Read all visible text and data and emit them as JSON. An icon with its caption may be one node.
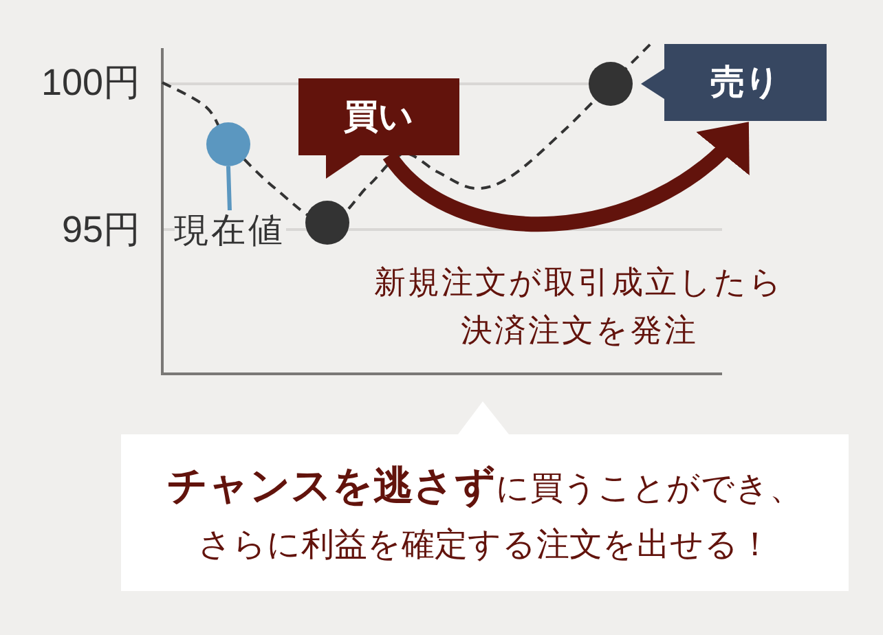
{
  "diagram": {
    "nodes": [
      {
        "text": [
          "買い"
        ]
      },
      {
        "text": [
          "売り"
        ]
      },
      {
        "text": [],
        "shape": "circle"
      },
      {
        "text": [],
        "shape": "circle"
      },
      {
        "text": [],
        "shape": "circle"
      },
      {
        "text": [
          "現在値"
        ]
      },
      {
        "text": [
          "**チャンスを逃さず**に買うことができ、さらに利益を確定する注文を出せる！"
        ]
      }
    ],
    "edges": [
      {
        "from": 0,
        "to": 1,
        "arrow": "to",
        "label": "新規注文が取引成立したら決済注文を発注",
        "style": "thick",
        "color": "#62130c"
      },
      {
        "from": 5,
        "to": 2,
        "arrow": "none",
        "color": "#5b97c0"
      }
    ],
    "labels": [
      "100円",
      "95円"
    ]
  }
}
